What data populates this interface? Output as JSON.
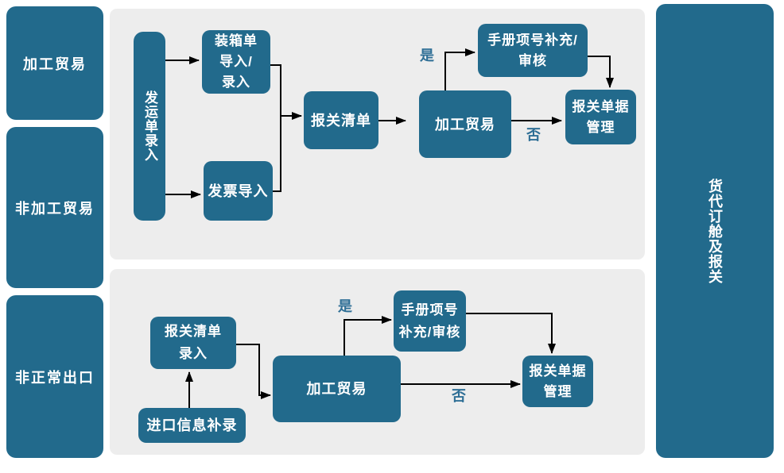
{
  "colors": {
    "node_fill": "#226A8C",
    "panel_bg": "#EDEDED",
    "canvas_bg": "#FFFFFF",
    "node_text": "#FFFFFF",
    "decision_text": "#2F6F96",
    "arrow": "#000000"
  },
  "lanes": {
    "left": [
      {
        "label": "加工贸易"
      },
      {
        "label": "非加工贸易"
      },
      {
        "label": "非正常出口"
      }
    ],
    "right": {
      "label": "货代订舱及报关"
    }
  },
  "flow_top": {
    "shipping_order_entry": "发运单录入",
    "packing_list_import": [
      "装箱单",
      "导入/",
      "录入"
    ],
    "invoice_import": [
      "发票导入"
    ],
    "declaration_list": [
      "报关清单"
    ],
    "processing_trade": [
      "加工贸易"
    ],
    "manual_item_supplement": [
      "手册项号补充/",
      "审核"
    ],
    "declaration_doc_mgmt": [
      "报关单据",
      "管理"
    ],
    "yes_label": "是",
    "no_label": "否"
  },
  "flow_bottom": {
    "declaration_list_entry": [
      "报关清单",
      "录入"
    ],
    "import_info_supplement": [
      "进口信息补录"
    ],
    "processing_trade": [
      "加工贸易"
    ],
    "manual_item_supplement": [
      "手册项号",
      "补充/审核"
    ],
    "declaration_doc_mgmt": [
      "报关单据",
      "管理"
    ],
    "yes_label": "是",
    "no_label": "否"
  }
}
